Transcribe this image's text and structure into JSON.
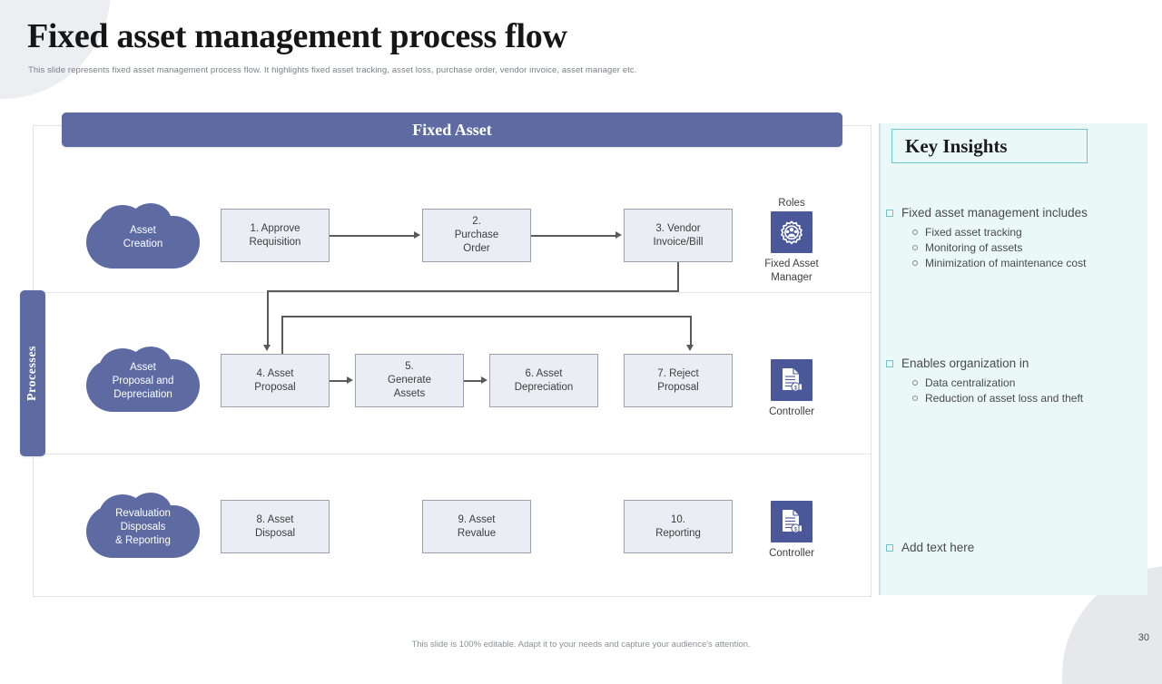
{
  "slide": {
    "title": "Fixed asset management process flow",
    "subtitle": "This slide represents fixed asset management process flow. It highlights fixed asset tracking, asset loss, purchase order, vendor invoice, asset manager etc.",
    "footer_note": "This slide is 100% editable. Adapt it to your needs and capture your audience's attention.",
    "page_number": "30"
  },
  "diagram": {
    "banner_label": "Fixed Asset",
    "side_tab_label": "Processes",
    "roles_header": "Roles",
    "lanes": [
      {
        "cloud": "Asset\nCreation",
        "cloud_lines": [
          "Asset",
          "Creation"
        ],
        "steps": [
          {
            "label": "1. Approve Requisition",
            "lines": [
              "1. Approve",
              "Requisition"
            ]
          },
          {
            "label": "2. Purchase Order",
            "lines": [
              "2.",
              "Purchase",
              "Order"
            ]
          },
          {
            "label": "3. Vendor Invoice/Bill",
            "lines": [
              "3. Vendor",
              "Invoice/Bill"
            ]
          }
        ],
        "role": {
          "icon": "gear-people-icon",
          "label": "Fixed Asset Manager",
          "lines": [
            "Fixed Asset",
            "Manager"
          ]
        }
      },
      {
        "cloud_lines": [
          "Asset",
          "Proposal and",
          "Depreciation"
        ],
        "steps": [
          {
            "label": "4. Asset Proposal",
            "lines": [
              "4. Asset",
              "Proposal"
            ]
          },
          {
            "label": "5. Generate Assets",
            "lines": [
              "5.",
              "Generate",
              "Assets"
            ]
          },
          {
            "label": "6. Asset Depreciation",
            "lines": [
              "6. Asset",
              "Depreciation"
            ]
          },
          {
            "label": "7. Reject Proposal",
            "lines": [
              "7. Reject",
              "Proposal"
            ]
          }
        ],
        "role": {
          "icon": "document-money-icon",
          "label": "Controller",
          "lines": [
            "Controller"
          ]
        }
      },
      {
        "cloud_lines": [
          "Revaluation",
          "Disposals",
          "& Reporting"
        ],
        "steps": [
          {
            "label": "8. Asset Disposal",
            "lines": [
              "8. Asset",
              "Disposal"
            ]
          },
          {
            "label": "9. Asset Revalue",
            "lines": [
              "9. Asset",
              "Revalue"
            ]
          },
          {
            "label": "10. Reporting",
            "lines": [
              "10.",
              "Reporting"
            ]
          }
        ],
        "role": {
          "icon": "document-money-icon",
          "label": "Controller",
          "lines": [
            "Controller"
          ]
        }
      }
    ]
  },
  "insights": {
    "title": "Key Insights",
    "groups": [
      {
        "heading": "Fixed asset management includes",
        "items": [
          "Fixed asset tracking",
          "Monitoring of assets",
          "Minimization of maintenance cost"
        ]
      },
      {
        "heading": "Enables organization in",
        "items": [
          "Data centralization",
          "Reduction of asset loss and theft"
        ]
      },
      {
        "heading": "Add text here",
        "items": []
      }
    ]
  },
  "colors": {
    "accent_blue": "#5e6ba3",
    "icon_blue": "#4a5799",
    "box_fill": "#eaedf4",
    "box_border": "#9aa0ad",
    "insight_bg": "#eaf8f8",
    "insight_border": "#6fc5cc",
    "connector": "#5a5a5a"
  }
}
